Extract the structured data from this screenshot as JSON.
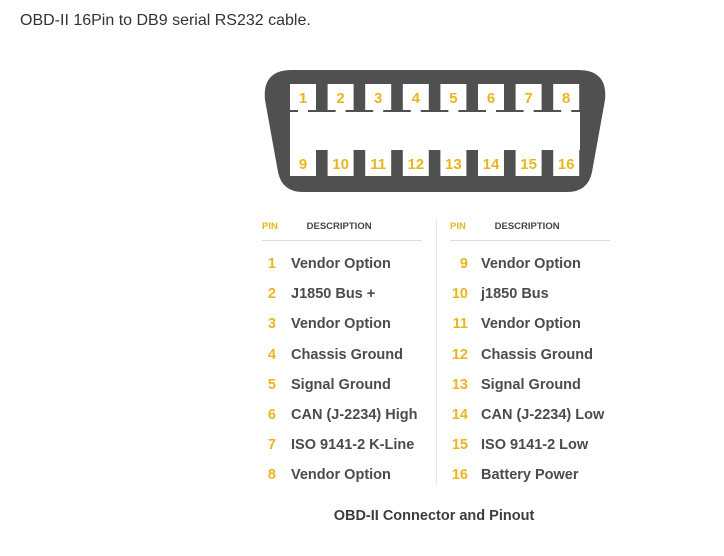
{
  "intro_text": "OBD-II 16Pin to DB9 serial RS232 cable.",
  "connector": {
    "top_row": [
      "1",
      "2",
      "3",
      "4",
      "5",
      "6",
      "7",
      "8"
    ],
    "bottom_row": [
      "9",
      "10",
      "11",
      "12",
      "13",
      "14",
      "15",
      "16"
    ]
  },
  "table": {
    "pin_header": "PIN",
    "desc_header": "DESCRIPTION",
    "left": [
      {
        "pin": "1",
        "desc": "Vendor Option"
      },
      {
        "pin": "2",
        "desc": "J1850 Bus +"
      },
      {
        "pin": "3",
        "desc": "Vendor Option"
      },
      {
        "pin": "4",
        "desc": "Chassis Ground"
      },
      {
        "pin": "5",
        "desc": "Signal Ground"
      },
      {
        "pin": "6",
        "desc": "CAN (J-2234) High"
      },
      {
        "pin": "7",
        "desc": "ISO 9141-2 K-Line"
      },
      {
        "pin": "8",
        "desc": "Vendor Option"
      }
    ],
    "right": [
      {
        "pin": "9",
        "desc": "Vendor Option"
      },
      {
        "pin": "10",
        "desc": "j1850 Bus"
      },
      {
        "pin": "11",
        "desc": "Vendor Option"
      },
      {
        "pin": "12",
        "desc": "Chassis Ground"
      },
      {
        "pin": "13",
        "desc": "Signal Ground"
      },
      {
        "pin": "14",
        "desc": "CAN (J-2234) Low"
      },
      {
        "pin": "15",
        "desc": "ISO 9141-2 Low"
      },
      {
        "pin": "16",
        "desc": "Battery Power"
      }
    ]
  },
  "caption": "OBD-II Connector and Pinout",
  "colors": {
    "connector_body": "#505050",
    "pin_accent": "#e9b61f",
    "text_dark": "#4b4b4b"
  }
}
